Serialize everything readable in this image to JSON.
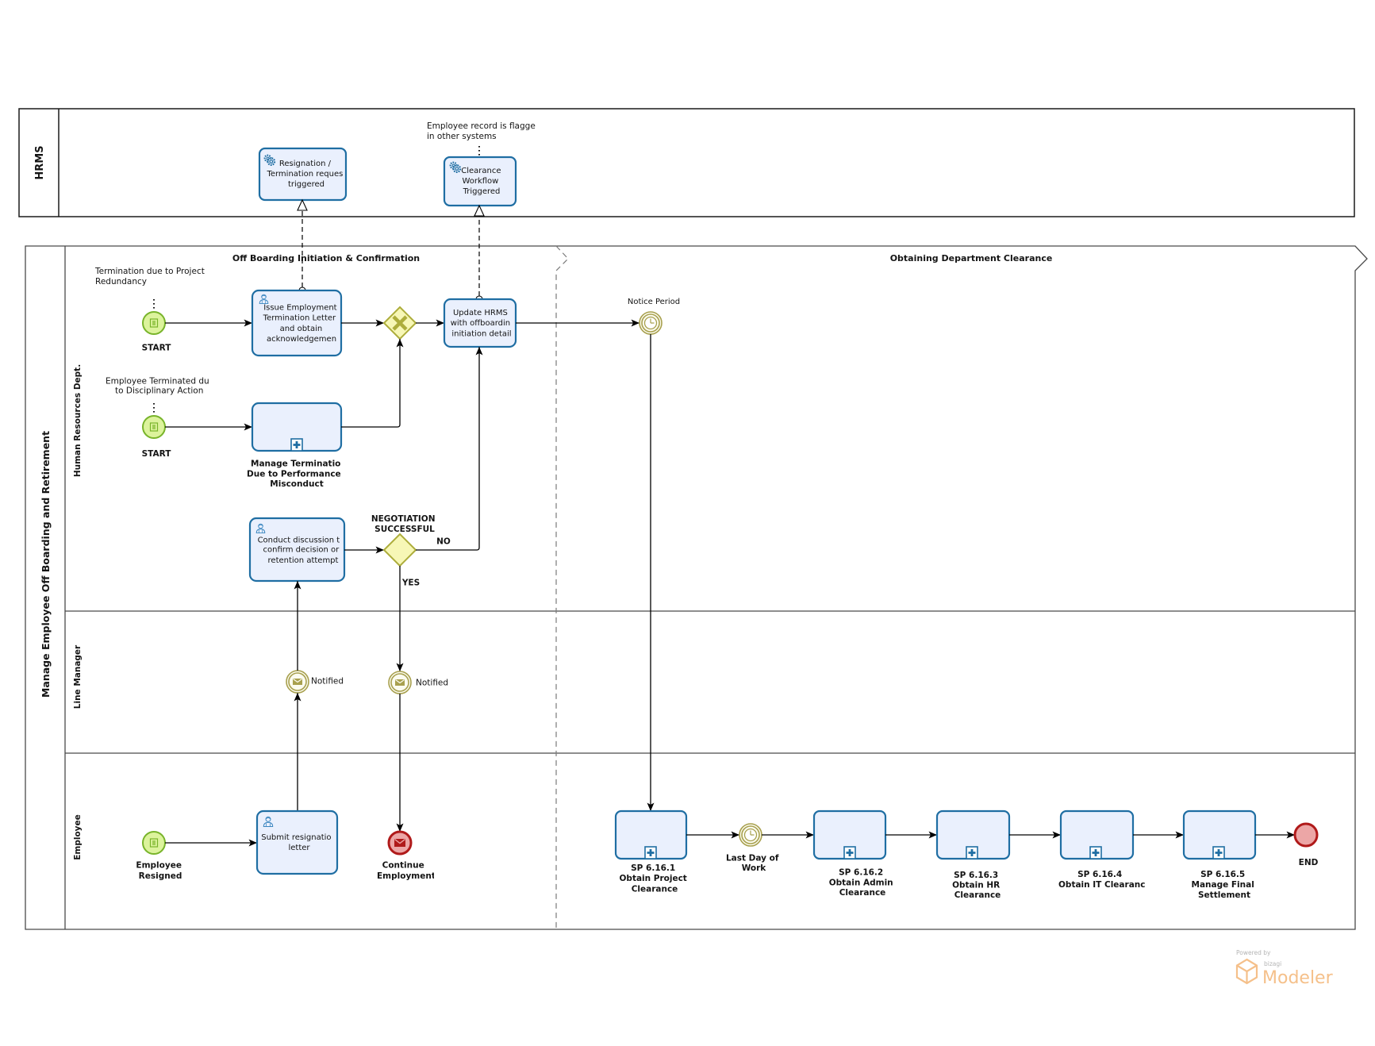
{
  "hrms": {
    "name": "HRMS",
    "resignation_task": [
      "Resignation /",
      "Termination reques",
      "triggered"
    ],
    "clearance_task": [
      "Clearance",
      "Workflow",
      "Triggered"
    ],
    "annotation": [
      "Employee record is flagge",
      "in other systems"
    ]
  },
  "pool": {
    "name": "Manage Employee Off Boarding and Retirement",
    "phases": [
      "Off Boarding Initiation & Confirmation",
      "Obtaining Department Clearance"
    ],
    "lanes": [
      "Human Resources Dept.",
      "Line Manager",
      "Employee"
    ]
  },
  "hr": {
    "redundancy_annotation": [
      "Termination due to Project",
      "Redundancy"
    ],
    "redundancy_start": "START",
    "issue_letter_task": [
      "Issue Employment",
      "Termination Letter",
      "and obtain",
      "acknowledgemen"
    ],
    "update_hrms_task": [
      "Update HRMS",
      "with offboardin",
      "initiation detail"
    ],
    "notice_period_timer": "Notice Period",
    "disciplinary_annotation": [
      "Employee Terminated du",
      "to Disciplinary Action"
    ],
    "disciplinary_start": "START",
    "manage_termination_subprocess": [
      "Manage Terminatio",
      "Due to Performance",
      "Misconduct"
    ],
    "conduct_discussion_task": [
      "Conduct discussion t",
      "confirm decision or",
      "retention attempt"
    ],
    "negotiation_gateway": [
      "NEGOTIATION",
      "SUCCESSFUL"
    ],
    "no_label": "NO",
    "yes_label": "YES"
  },
  "line_manager": {
    "notified_resignation": "Notified",
    "notified_outcome": "Notified"
  },
  "employee": {
    "resigned_start": [
      "Employee",
      "Resigned"
    ],
    "submit_resignation_task": [
      "Submit resignatio",
      "letter"
    ],
    "continue_employment_end": [
      "Continue",
      "Employment"
    ],
    "last_day_timer": [
      "Last Day of",
      "Work"
    ],
    "subprocesses": [
      [
        "SP 6.16.1",
        "Obtain Project",
        "Clearance"
      ],
      [
        "SP 6.16.2",
        "Obtain Admin",
        "Clearance"
      ],
      [
        "SP 6.16.3",
        "Obtain HR",
        "Clearance"
      ],
      [
        "SP 6.16.4",
        "Obtain IT Clearanc"
      ],
      [
        "SP 6.16.5",
        "Manage Final",
        "Settlement"
      ]
    ],
    "end": "END"
  },
  "watermark": {
    "powered_by": "Powered by",
    "brand": "bizagi",
    "product": "Modeler"
  },
  "colors": {
    "task_fill": "#eaf0fd",
    "task_stroke": "#1f6ea3",
    "start_fill": "#dcf39c",
    "start_stroke": "#78b42a",
    "intermediate_fill": "#fbfbef",
    "intermediate_stroke": "#a8a04e",
    "gateway_fill": "#f7f7b6",
    "gateway_stroke": "#adad3b",
    "end_fill": "#eca6a6",
    "end_stroke": "#b01a1a",
    "watermark": "#f5c08a"
  }
}
